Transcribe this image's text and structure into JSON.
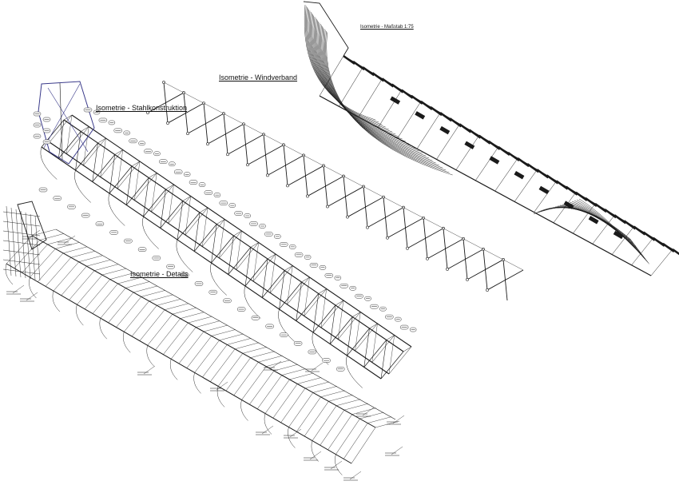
{
  "drawings": {
    "stahl": {
      "title": "Isometrie - Stahlkonstruktion"
    },
    "wind": {
      "title": "Isometrie - Windverband"
    },
    "mass": {
      "title": "Isometrie - Maßstab 1:75"
    },
    "details": {
      "title": "Isometrie - Details"
    }
  },
  "colors": {
    "line": "#1a1a1a",
    "accent": "#3a3a8a",
    "background": "#ffffff"
  }
}
